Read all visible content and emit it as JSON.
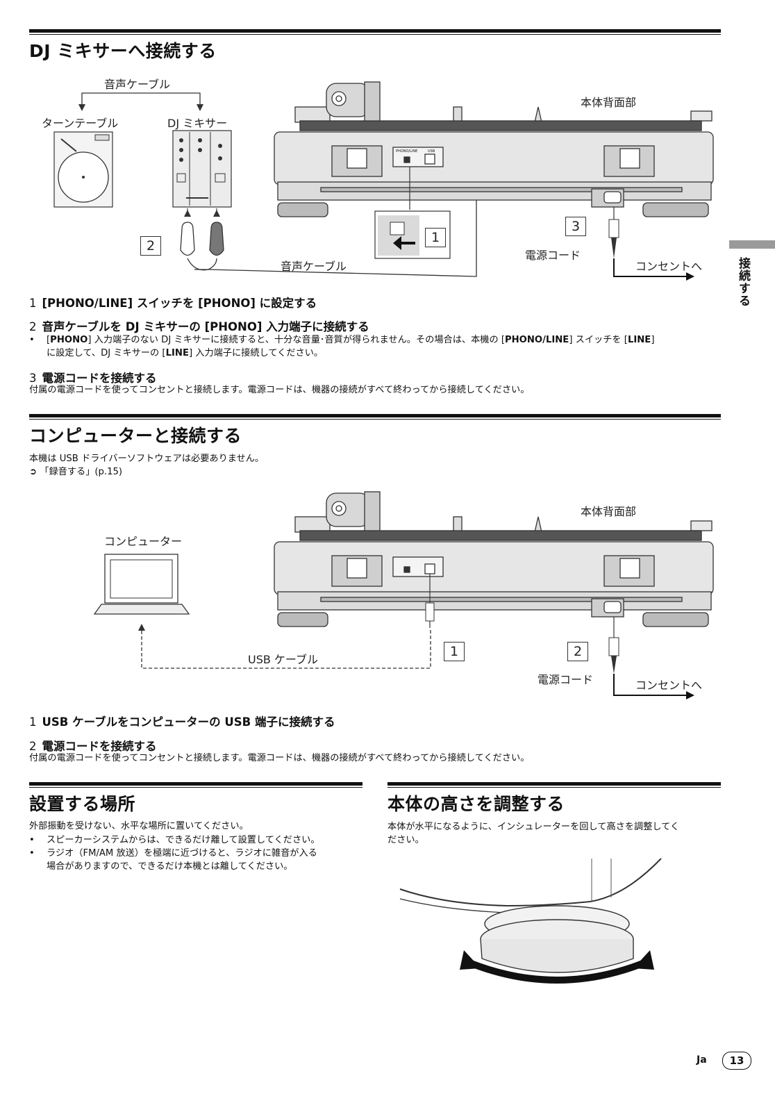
{
  "side_tab": {
    "label": "接続する"
  },
  "section1": {
    "title": "DJ ミキサーへ接続する",
    "diagram": {
      "label_audio_cable_top": "音声ケーブル",
      "label_turntable": "ターンテーブル",
      "label_dj_mixer": "DJ ミキサー",
      "label_rear": "本体背面部",
      "label_audio_cable_bottom": "音声ケーブル",
      "label_power_cord": "電源コード",
      "label_outlet": "コンセントへ",
      "num_1": "1",
      "num_2": "2",
      "num_3": "3",
      "panel_phono_line": "PHONO/LINE",
      "panel_usb": "USB"
    },
    "step1": {
      "num": "1",
      "pre": "[PHONO/LINE] スイッチを [PHONO] に設定する"
    },
    "step2": {
      "num": "2",
      "text": "音声ケーブルを DJ ミキサーの [PHONO] 入力端子に接続する"
    },
    "step2_bullet": {
      "mark": "•",
      "a": "[",
      "b": "PHONO",
      "c": "] 入力端子のない DJ ミキサーに接続すると、十分な音量･音質が得られません。その場合は、本機の [",
      "d": "PHONO/LINE",
      "e": "] スイッチを [",
      "f": "LINE",
      "g": "]",
      "h": "に設定して、DJ ミキサーの [",
      "i": "LINE",
      "j": "] 入力端子に接続してください。"
    },
    "step3": {
      "num": "3",
      "text": "電源コードを接続する"
    },
    "step3_body": "付属の電源コードを使ってコンセントと接続します。電源コードは、機器の接続がすべて終わってから接続してください。"
  },
  "section2": {
    "title": "コンピューターと接続する",
    "body1": "本機は USB ドライバーソフトウェアは必要ありません。",
    "ref_mark": "➲",
    "ref": "「録音する」(p.15)",
    "diagram": {
      "label_computer": "コンピューター",
      "label_rear": "本体背面部",
      "label_usb_cable": "USB ケーブル",
      "label_power_cord": "電源コード",
      "label_outlet": "コンセントへ",
      "num_1": "1",
      "num_2": "2"
    },
    "step1": {
      "num": "1",
      "text": "USB ケーブルをコンピューターの USB 端子に接続する"
    },
    "step2": {
      "num": "2",
      "text": "電源コードを接続する"
    },
    "step2_body": "付属の電源コードを使ってコンセントと接続します。電源コードは、機器の接続がすべて終わってから接続してください。"
  },
  "section3": {
    "title": "設置する場所",
    "body": "外部振動を受けない、水平な場所に置いてください。",
    "bullets": [
      {
        "mark": "•",
        "line1": "スピーカーシステムからは、できるだけ離して設置してください。"
      },
      {
        "mark": "•",
        "line1": "ラジオ（FM/AM 放送）を極端に近づけると、ラジオに雑音が入る",
        "line2": "場合がありますので、できるだけ本機とは離してください。"
      }
    ]
  },
  "section4": {
    "title": "本体の高さを調整する",
    "body_line1": "本体が水平になるように、インシュレーターを回して高さを調整してく",
    "body_line2": "ださい。"
  },
  "footer": {
    "lang": "Ja",
    "page": "13"
  }
}
